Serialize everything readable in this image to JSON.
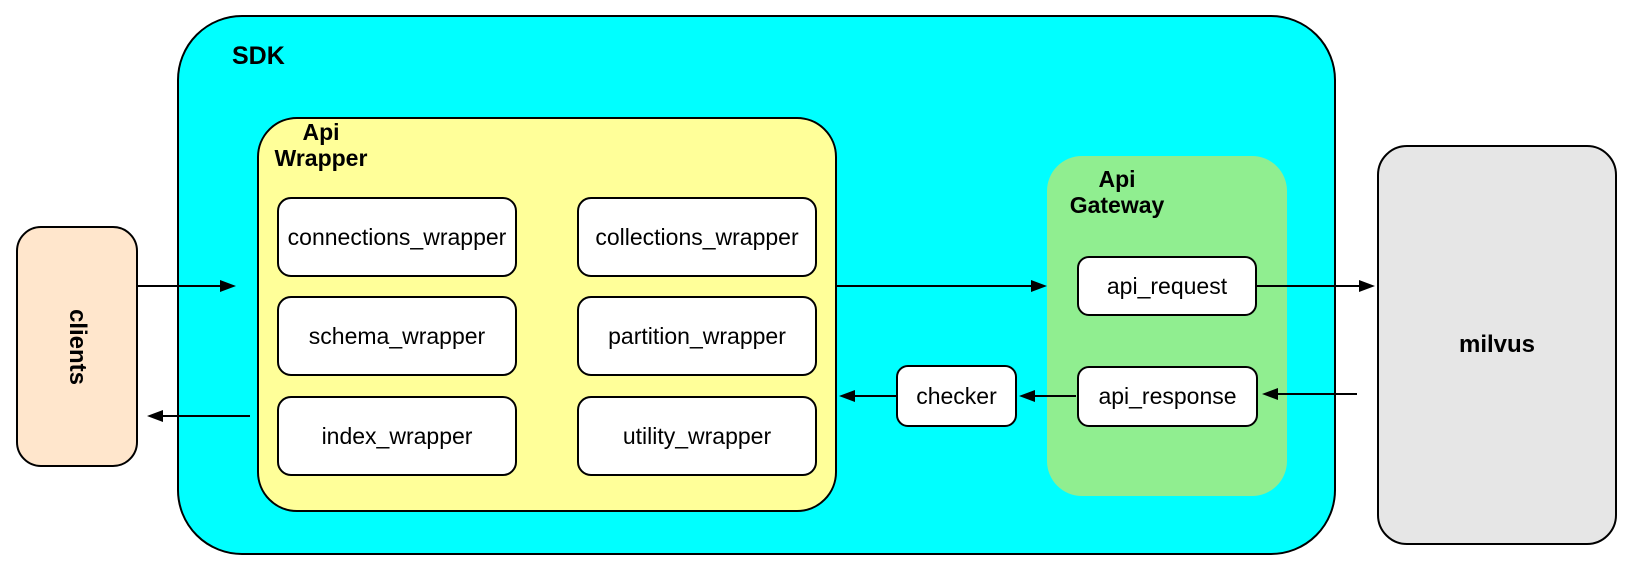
{
  "colors": {
    "cyan": "#00FFFF",
    "yellow": "#FFFF99",
    "green": "#90EE90",
    "peach": "#FFE6CC",
    "gray": "#E6E6E6",
    "white": "#FFFFFF",
    "stroke": "#000000"
  },
  "nodes": {
    "clients": {
      "label": "clients"
    },
    "sdk": {
      "label": "SDK"
    },
    "api_wrapper": {
      "title": "Api Wrapper",
      "modules": [
        "connections_wrapper",
        "schema_wrapper",
        "index_wrapper",
        "collections_wrapper",
        "partition_wrapper",
        "utility_wrapper"
      ]
    },
    "api_gateway": {
      "title": "Api Gateway",
      "modules": [
        "api_request",
        "api_response"
      ]
    },
    "checker": {
      "label": "checker"
    },
    "milvus": {
      "label": "milvus"
    }
  },
  "edges": [
    {
      "from": "clients",
      "to": "sdk"
    },
    {
      "from": "sdk",
      "to": "clients"
    },
    {
      "from": "api_wrapper",
      "to": "api_gateway"
    },
    {
      "from": "api_request",
      "to": "milvus"
    },
    {
      "from": "milvus",
      "to": "api_response"
    },
    {
      "from": "api_response",
      "to": "checker"
    },
    {
      "from": "checker",
      "to": "api_wrapper"
    }
  ]
}
